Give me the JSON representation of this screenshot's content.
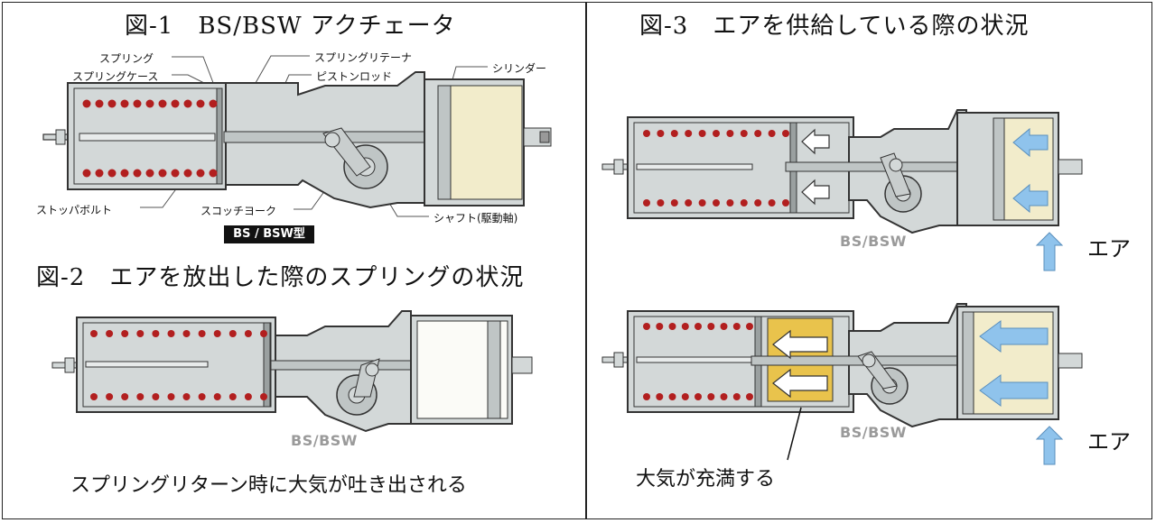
{
  "fig1": {
    "title": "図-1　BS/BSW アクチェータ",
    "labels": {
      "spring": "スプリング",
      "spring_case": "スプリングケース",
      "stopper_bolt": "ストッパボルト",
      "spring_retainer": "スプリングリテーナ",
      "piston_rod": "ピストンロッド",
      "cylinder": "シリンダー",
      "scotch_yoke": "スコッチヨーク",
      "shaft": "シャフト(駆動軸)"
    },
    "type_badge": "BS / BSW型"
  },
  "fig2": {
    "title": "図-2　エアを放出した際のスプリングの状況",
    "model": "BS/BSW",
    "caption": "スプリングリターン時に大気が吐き出される"
  },
  "fig3": {
    "title": "図-3　エアを供給している際の状況",
    "top": {
      "model": "BS/BSW",
      "air_label": "エア"
    },
    "bottom": {
      "model": "BS/BSW",
      "air_label": "エア",
      "callout": "大気が充満する"
    }
  },
  "colors": {
    "body": "#d3d8d8",
    "outline": "#333333",
    "spring_dot": "#b21f1f",
    "cylinder_fill": "#f2eccb",
    "arrow_blue": "#8fc3ec",
    "atmosphere_fill": "#e9c34c"
  }
}
